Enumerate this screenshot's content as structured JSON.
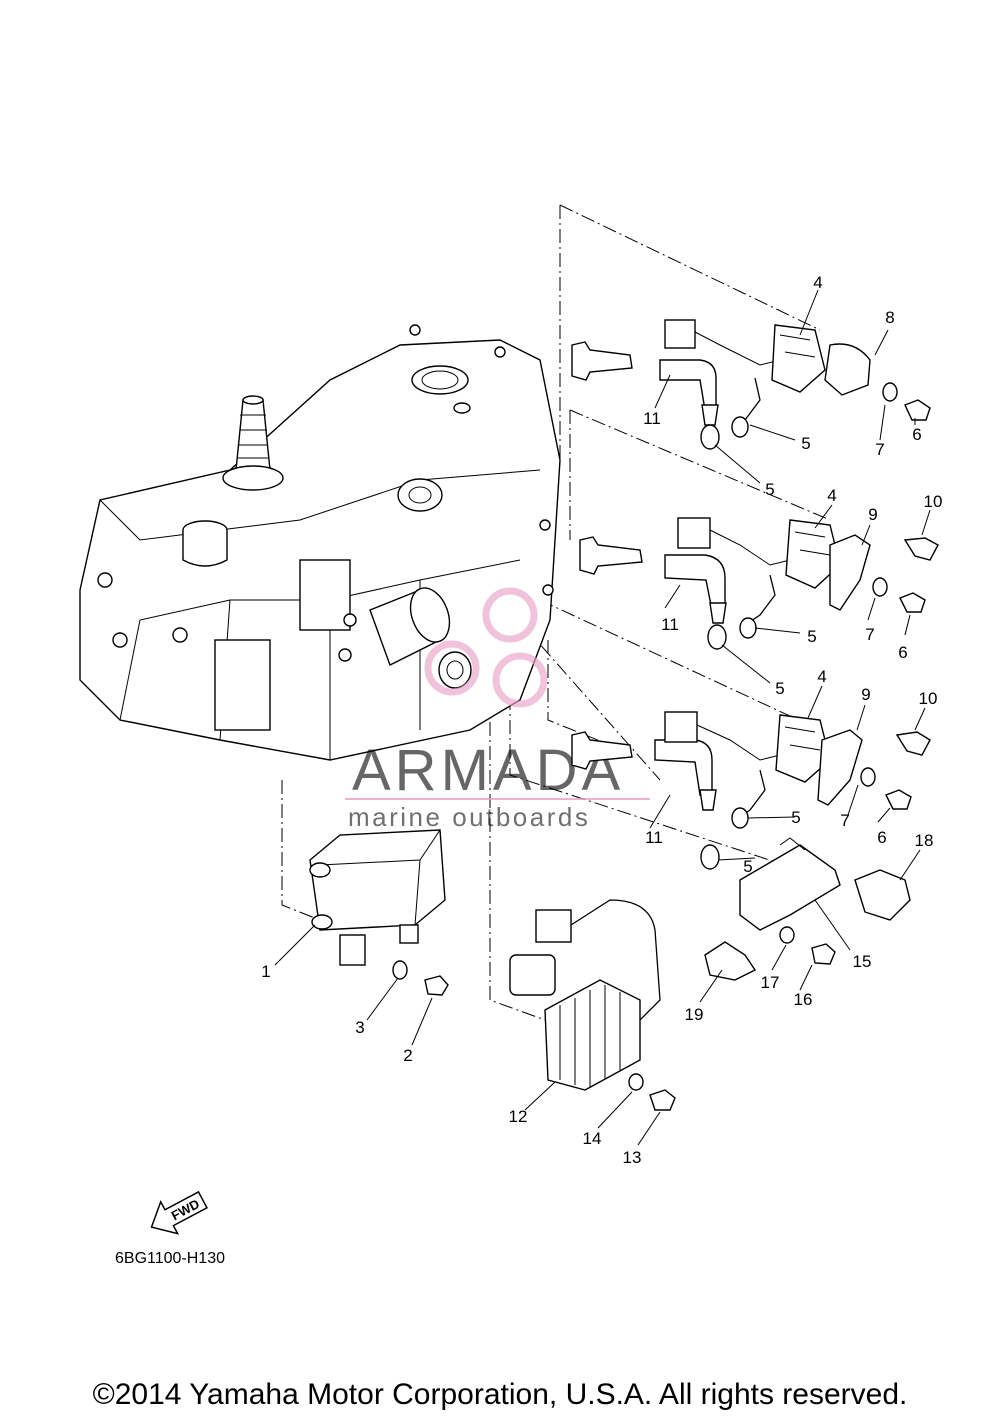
{
  "diagram_code": "6BG1100-H130",
  "fwd_label": "FWD",
  "copyright": "©2014 Yamaha Motor Corporation, U.S.A. All rights reserved.",
  "watermark": {
    "brand": "ARMADA",
    "tagline": "marine outboards"
  },
  "callouts": [
    "1",
    "2",
    "3",
    "4",
    "4",
    "4",
    "5",
    "5",
    "5",
    "5",
    "5",
    "5",
    "6",
    "6",
    "6",
    "7",
    "7",
    "7",
    "8",
    "9",
    "9",
    "10",
    "10",
    "11",
    "11",
    "11",
    "12",
    "13",
    "14",
    "15",
    "16",
    "17",
    "18",
    "19"
  ],
  "colors": {
    "line": "#000000",
    "watermark_pink": "#e8a0c8",
    "watermark_grey": "#888888"
  }
}
